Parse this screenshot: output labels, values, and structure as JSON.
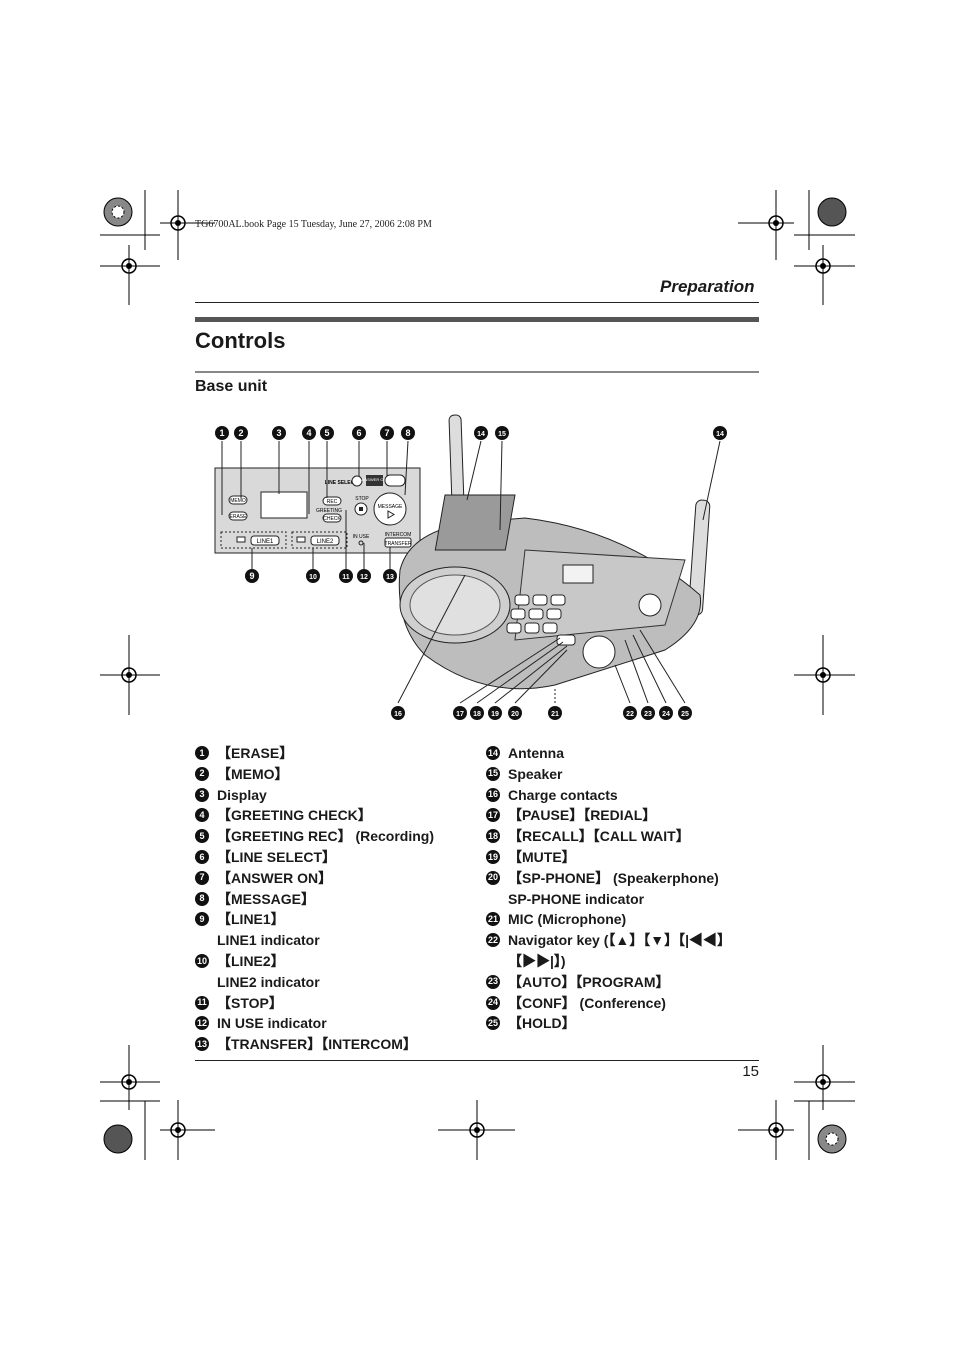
{
  "header_note": "TG6700AL.book  Page 15  Tuesday, June 27, 2006  2:08 PM",
  "section_label": "Preparation",
  "title": "Controls",
  "subtitle": "Base unit",
  "figure": {
    "callout_numbers": [
      "1",
      "2",
      "3",
      "4",
      "5",
      "6",
      "7",
      "8",
      "9",
      "10",
      "11",
      "12",
      "13",
      "14",
      "15",
      "16",
      "17",
      "18",
      "19",
      "20",
      "21",
      "22",
      "23",
      "24",
      "25"
    ],
    "panel_labels": {
      "memo": "MEMO",
      "erase": "ERASE",
      "line_select": "LINE SELECT",
      "answer_on": "ANSWER ON",
      "rec": "REC",
      "greeting": "GREETING",
      "check": "CHECK",
      "stop": "STOP",
      "message": "MESSAGE",
      "line1": "LINE1",
      "line2": "LINE2",
      "in_use": "IN USE",
      "intercom": "INTERCOM",
      "transfer": "TRANSFER"
    }
  },
  "left_list": [
    {
      "n": "1",
      "text": "【ERASE】"
    },
    {
      "n": "2",
      "text": "【MEMO】"
    },
    {
      "n": "3",
      "text": "Display"
    },
    {
      "n": "4",
      "text": "【GREETING CHECK】"
    },
    {
      "n": "5",
      "text": "【GREETING REC】 (Recording)"
    },
    {
      "n": "6",
      "text": "【LINE SELECT】"
    },
    {
      "n": "7",
      "text": "【ANSWER ON】"
    },
    {
      "n": "8",
      "text": "【MESSAGE】"
    },
    {
      "n": "9",
      "text": "【LINE1】\nLINE1 indicator"
    },
    {
      "n": "10",
      "text": "【LINE2】\nLINE2 indicator"
    },
    {
      "n": "11",
      "text": "【STOP】"
    },
    {
      "n": "12",
      "text": "IN USE indicator"
    },
    {
      "n": "13",
      "text": "【TRANSFER】【INTERCOM】"
    }
  ],
  "right_list": [
    {
      "n": "14",
      "text": "Antenna"
    },
    {
      "n": "15",
      "text": "Speaker"
    },
    {
      "n": "16",
      "text": "Charge contacts"
    },
    {
      "n": "17",
      "text": "【PAUSE】【REDIAL】"
    },
    {
      "n": "18",
      "text": "【RECALL】【CALL WAIT】"
    },
    {
      "n": "19",
      "text": "【MUTE】"
    },
    {
      "n": "20",
      "text": "【SP-PHONE】 (Speakerphone)\nSP-PHONE indicator"
    },
    {
      "n": "21",
      "text": "MIC (Microphone)"
    },
    {
      "n": "22",
      "text": "Navigator key (【▲】【▼】【|◀◀】【▶▶|】)"
    },
    {
      "n": "23",
      "text": "【AUTO】【PROGRAM】"
    },
    {
      "n": "24",
      "text": "【CONF】 (Conference)"
    },
    {
      "n": "25",
      "text": "【HOLD】"
    }
  ],
  "page_number": "15"
}
